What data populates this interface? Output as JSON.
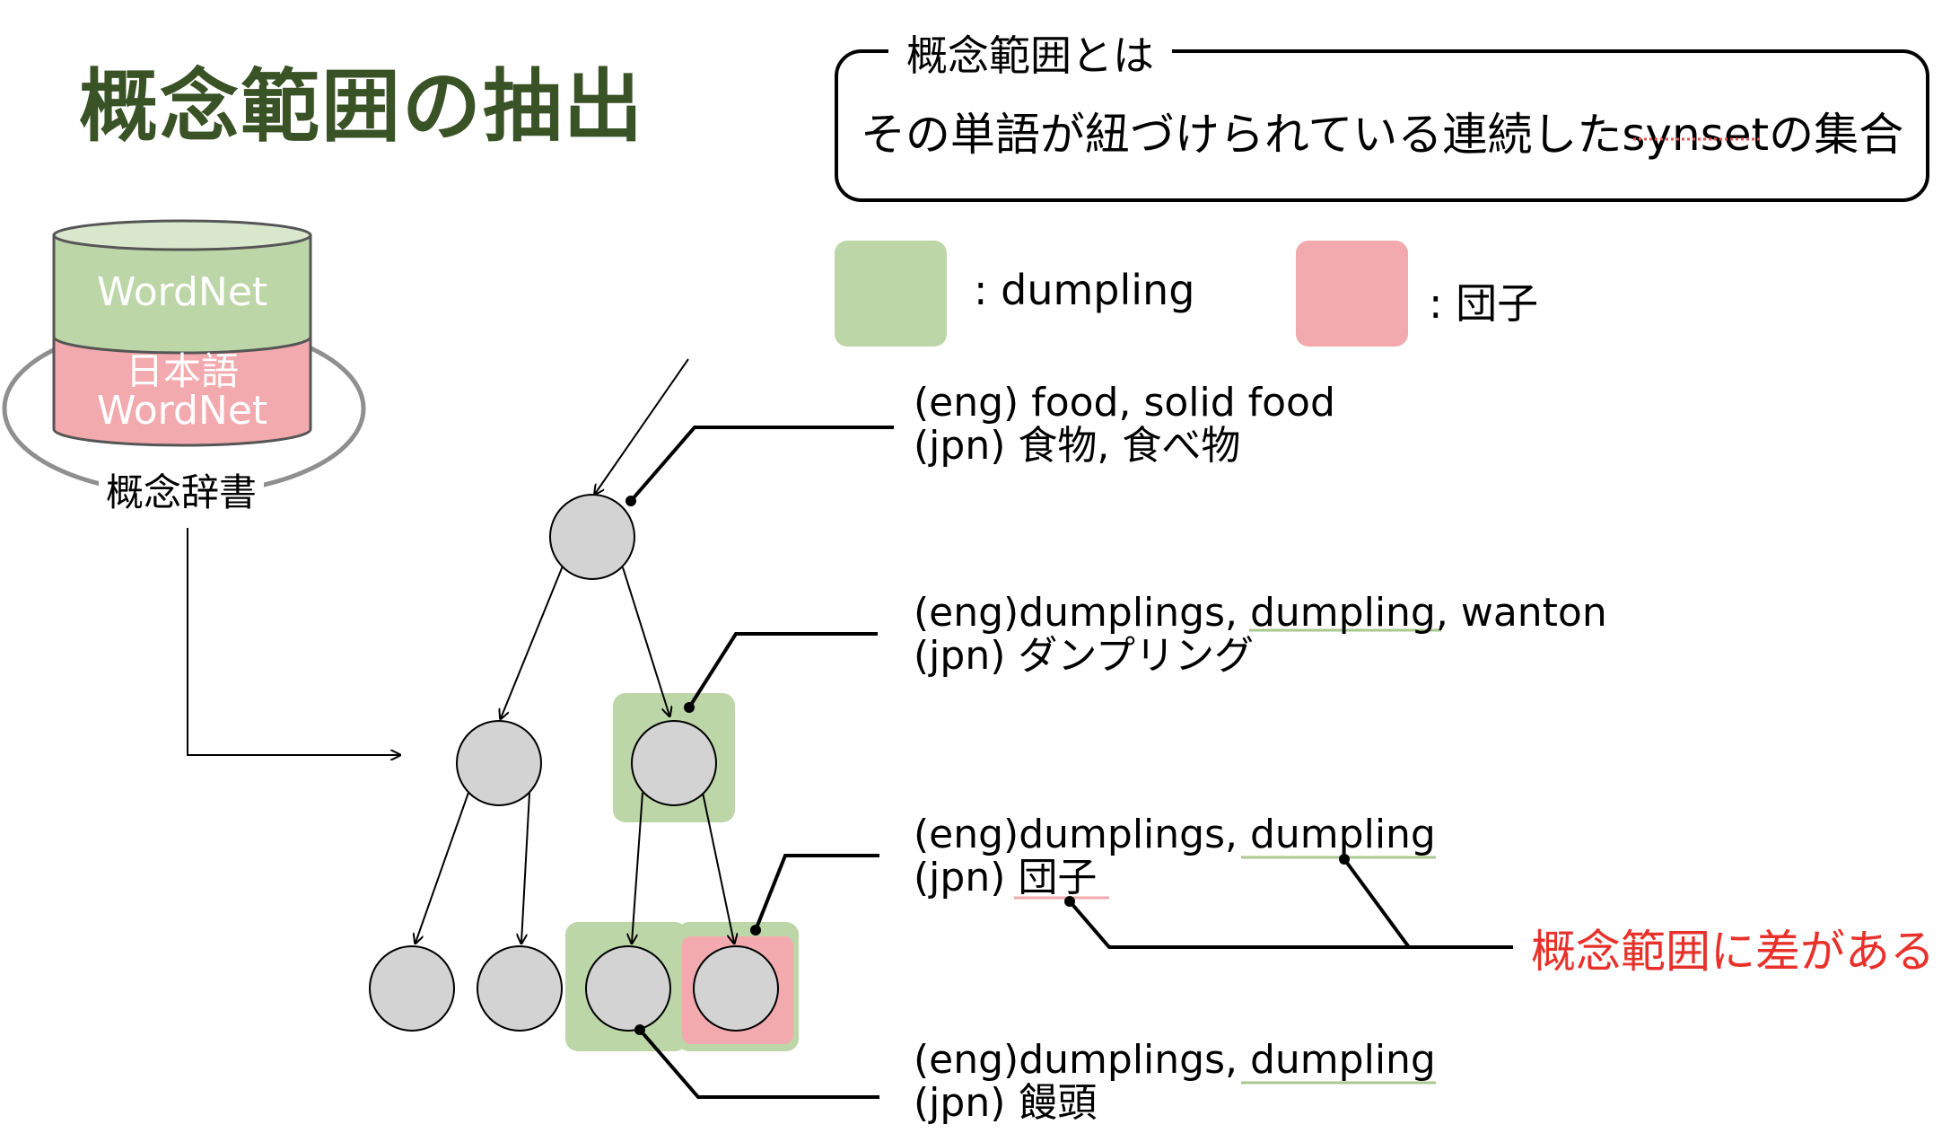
{
  "title": "概念範囲の抽出",
  "definition": {
    "heading": "概念範囲とは",
    "text": "その単語が紐づけられている連続したsynsetの集合"
  },
  "legend": [
    {
      "label": ": dumpling",
      "color": "#bdd6a8"
    },
    {
      "label": ": 団子",
      "color": "#f2aaae"
    }
  ],
  "dictionary": {
    "top": "WordNet",
    "bottom_line1": "日本語",
    "bottom_line2": "WordNet",
    "caption": "概念辞書"
  },
  "synsets": [
    {
      "eng": "(eng) food, solid food",
      "jpn": "(jpn) 食物, 食べ物"
    },
    {
      "eng": "(eng)dumplings, dumpling, wanton",
      "jpn": "(jpn) ダンプリング"
    },
    {
      "eng": "(eng)dumplings, dumpling",
      "jpn": "(jpn) 団子"
    },
    {
      "eng": "(eng)dumplings, dumpling",
      "jpn": "(jpn) 饅頭"
    }
  ],
  "difference_note": "概念範囲に差がある",
  "colors": {
    "title": "#3a5326",
    "dumpling": "#bdd6a8",
    "dango": "#f2aaae",
    "node_fill": "#d3d3d3",
    "accent_red": "#e8312a"
  }
}
